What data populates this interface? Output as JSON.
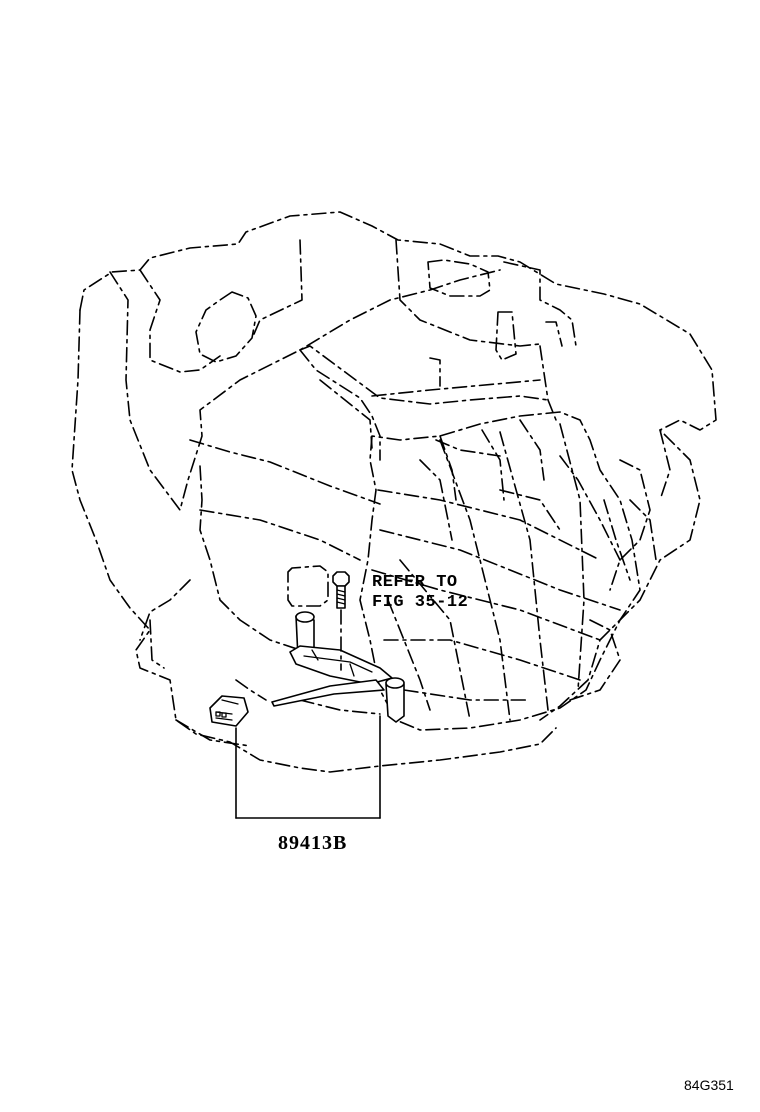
{
  "callouts": {
    "refer_line1": "REFER TO",
    "refer_line2": "FIG 35-12"
  },
  "part_number": "89413B",
  "figure_code": "84G351"
}
